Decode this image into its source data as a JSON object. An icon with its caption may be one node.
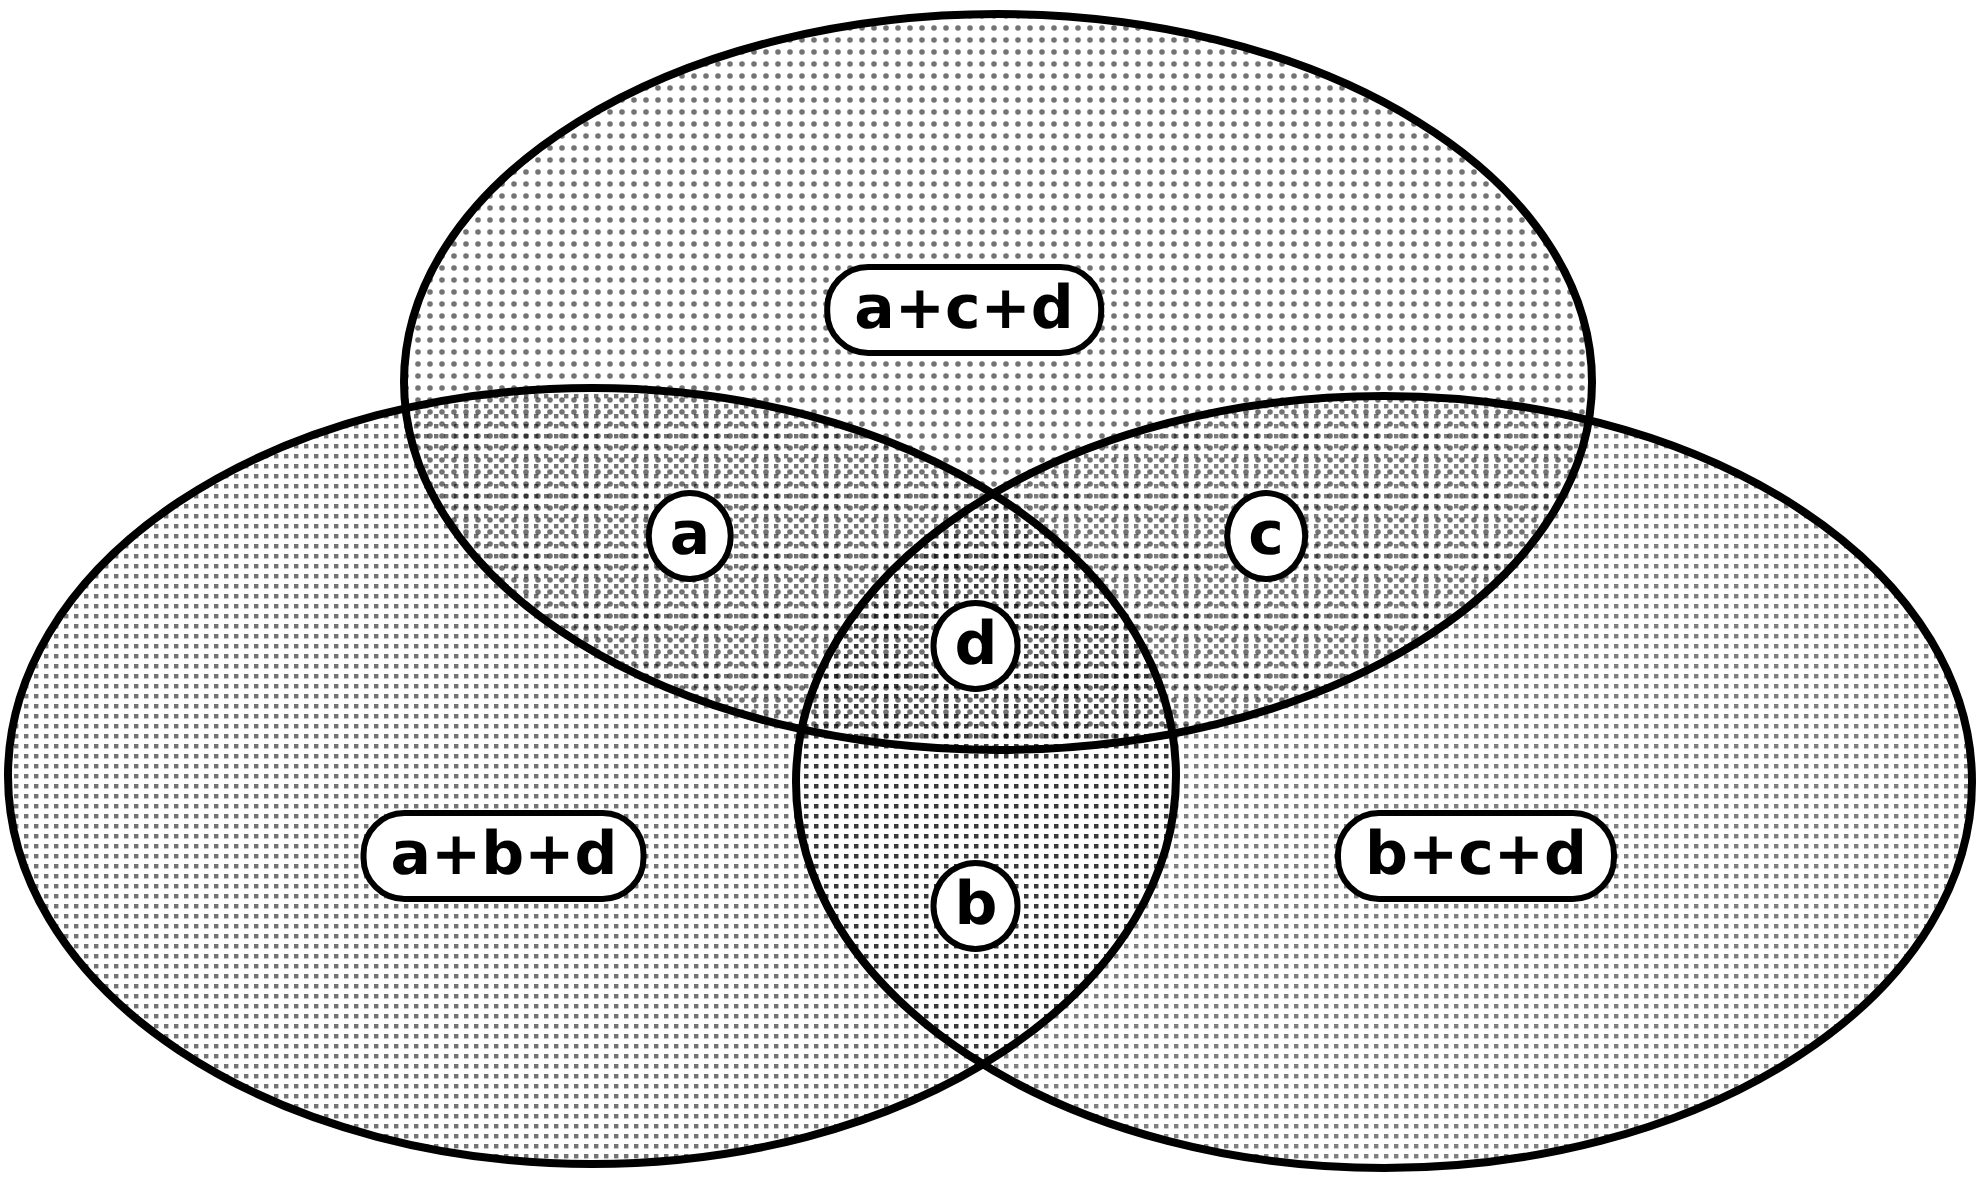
{
  "diagram": {
    "nodes": [
      {
        "text": [
          "a+c+d"
        ]
      },
      {
        "text": [
          "a+b+d"
        ]
      },
      {
        "text": [
          "b+c+d"
        ]
      },
      {
        "text": [
          "a"
        ]
      },
      {
        "text": [
          "c"
        ]
      },
      {
        "text": [
          "d"
        ]
      },
      {
        "text": [
          "b"
        ]
      }
    ]
  }
}
